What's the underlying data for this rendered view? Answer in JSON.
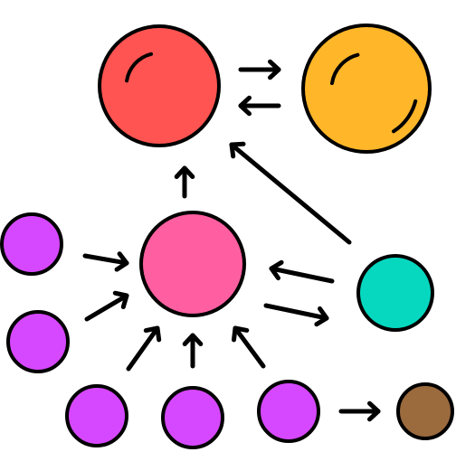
{
  "colors": {
    "outline": "#000000",
    "background": "#ffffff",
    "red": "#ff5451",
    "orange": "#ffb629",
    "pink": "#ff5fa0",
    "purple": "#d648ff",
    "teal": "#06d8c0",
    "brown": "#9b6a3d"
  },
  "nodes": [
    {
      "id": "red-node",
      "color": "red",
      "icon": "none",
      "has_shine": true
    },
    {
      "id": "orange-node",
      "color": "orange",
      "icon": "none",
      "has_shine": true
    },
    {
      "id": "pink-hub-node",
      "color": "pink",
      "icon": "none",
      "has_shine": false
    },
    {
      "id": "teal-node",
      "color": "teal",
      "icon": "none",
      "has_shine": false
    },
    {
      "id": "brown-node",
      "color": "brown",
      "icon": "none",
      "has_shine": false
    },
    {
      "id": "purple-node-left-top",
      "color": "purple",
      "icon": "none",
      "has_shine": false
    },
    {
      "id": "purple-node-left-bottom",
      "color": "purple",
      "icon": "none",
      "has_shine": false
    },
    {
      "id": "purple-node-bottom-left",
      "color": "purple",
      "icon": "none",
      "has_shine": false
    },
    {
      "id": "purple-node-bottom-middle",
      "color": "purple",
      "icon": "none",
      "has_shine": false
    },
    {
      "id": "purple-node-bottom-right",
      "color": "purple",
      "icon": "none",
      "has_shine": false
    }
  ],
  "edges": [
    {
      "from": "red-node",
      "to": "orange-node"
    },
    {
      "from": "orange-node",
      "to": "red-node"
    },
    {
      "from": "pink-hub-node",
      "to": "red-node"
    },
    {
      "from": "teal-node",
      "to": "red-node"
    },
    {
      "from": "teal-node",
      "to": "pink-hub-node"
    },
    {
      "from": "pink-hub-node",
      "to": "teal-node"
    },
    {
      "from": "purple-node-left-top",
      "to": "pink-hub-node"
    },
    {
      "from": "purple-node-left-bottom",
      "to": "pink-hub-node"
    },
    {
      "from": "purple-node-bottom-left",
      "to": "pink-hub-node"
    },
    {
      "from": "purple-node-bottom-middle",
      "to": "pink-hub-node"
    },
    {
      "from": "purple-node-bottom-right",
      "to": "pink-hub-node"
    },
    {
      "from": "purple-node-bottom-right",
      "to": "brown-node"
    }
  ]
}
